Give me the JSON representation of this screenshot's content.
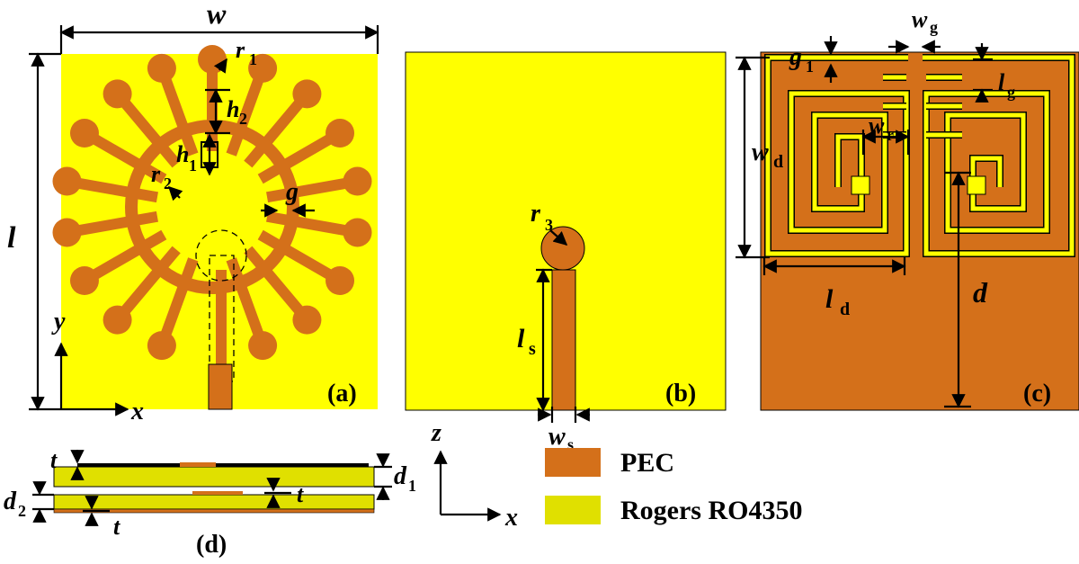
{
  "colors": {
    "pec": "#D4701A",
    "substrate": "#FFFF00",
    "substrate_dark": "#E0E000",
    "frame": "#000000"
  },
  "panels": {
    "a": {
      "caption": "(a)",
      "dims": {
        "w": "w",
        "l": "l",
        "r1": "r",
        "r1_sub": "1",
        "h2": "h",
        "h2_sub": "2",
        "h1": "h",
        "h1_sub": "1",
        "r2": "r",
        "r2_sub": "2",
        "g": "g"
      },
      "axes": {
        "y": "y",
        "x": "x"
      }
    },
    "b": {
      "caption": "(b)",
      "dims": {
        "r3": "r",
        "r3_sub": "3",
        "ls": "l",
        "ls_sub": "s",
        "ws": "w",
        "ws_sub": "s"
      }
    },
    "c": {
      "caption": "(c)",
      "dims": {
        "wg": "w",
        "wg_sub": "g",
        "g1": "g",
        "g1_sub": "1",
        "lg": "l",
        "lg_sub": "g",
        "wd": "w",
        "wd_sub": "d",
        "wr": "w",
        "wr_sub": "r",
        "ld": "l",
        "ld_sub": "d",
        "d": "d"
      }
    },
    "d": {
      "caption": "(d)",
      "dims": {
        "t_top": "t",
        "t_mid": "t",
        "t_bot": "t",
        "d1": "d",
        "d1_sub": "1",
        "d2": "d",
        "d2_sub": "2"
      },
      "axes": {
        "z": "z",
        "x": "x"
      }
    }
  },
  "legend": [
    {
      "label": "PEC",
      "color": "#D4701A"
    },
    {
      "label": "Rogers RO4350",
      "color": "#E0E000"
    }
  ]
}
